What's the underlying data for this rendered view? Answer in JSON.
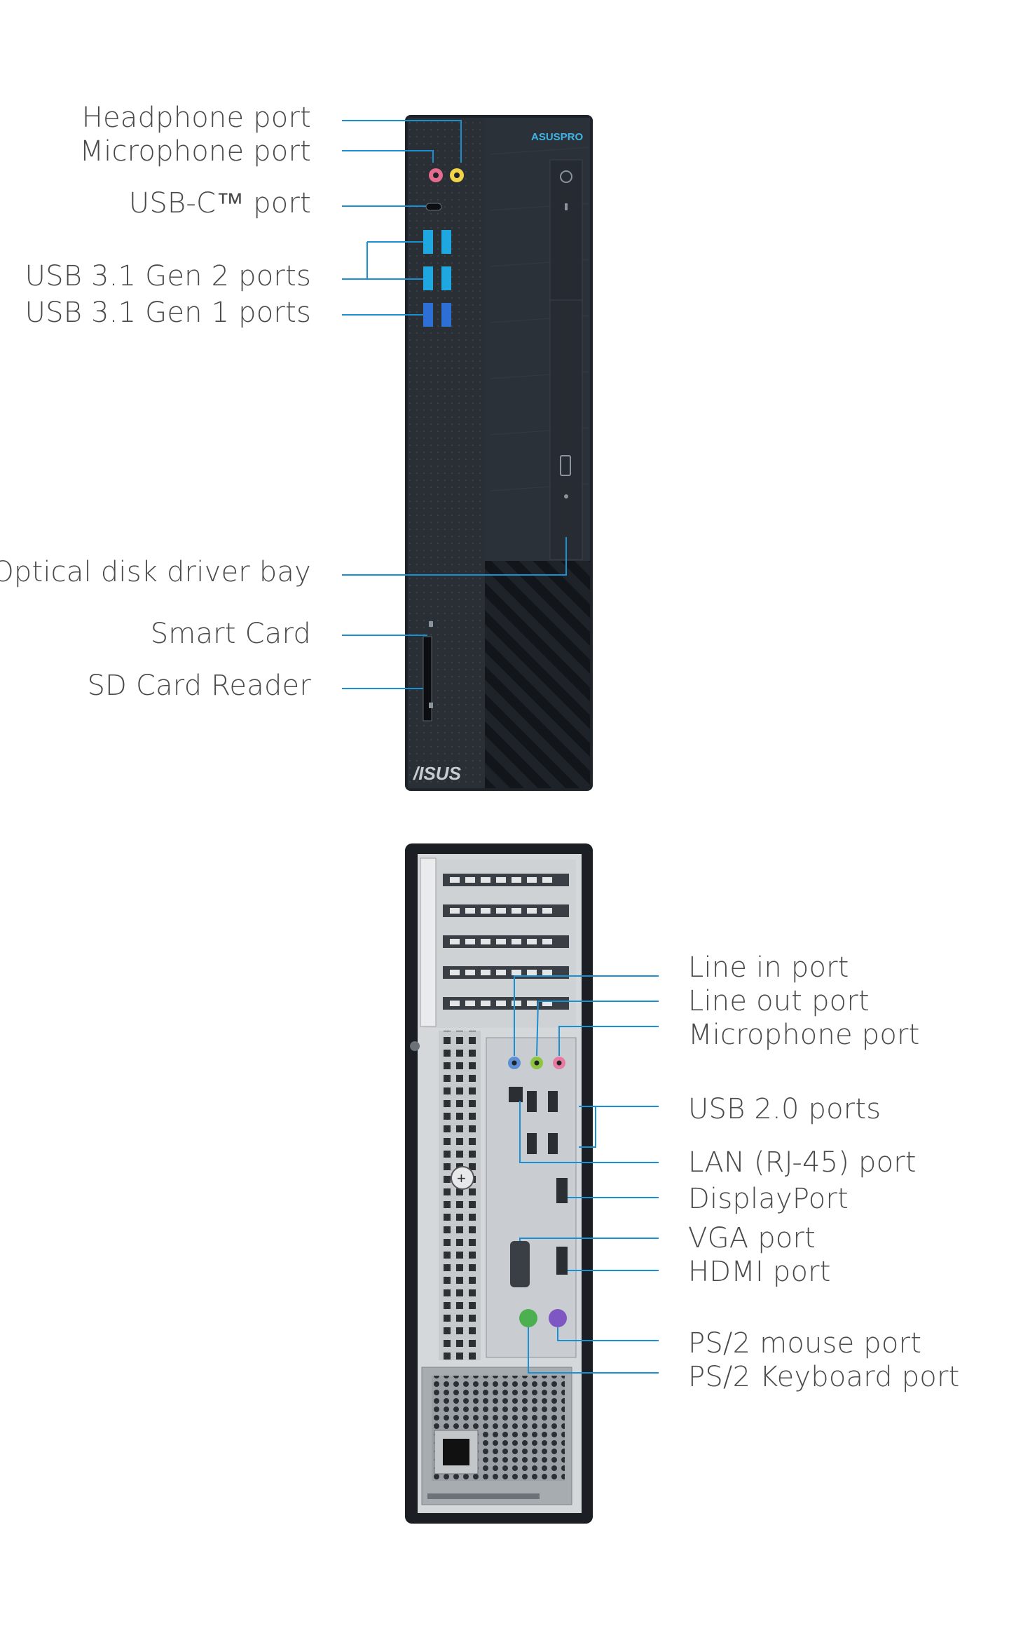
{
  "front": {
    "brand_badge": "ASUSPRO",
    "logo_text": "/ISUS",
    "labels": {
      "headphone": "Headphone port",
      "microphone": "Microphone port",
      "usbc": "USB-C™ port",
      "usb31g2": "USB 3.1 Gen 2 ports",
      "usb31g1": "USB 3.1 Gen 1 ports",
      "optical": "Optical disk driver bay",
      "smartcard": "Smart Card",
      "sdcard": "SD Card Reader"
    }
  },
  "back": {
    "labels": {
      "linein": "Line in port",
      "lineout": "Line out port",
      "microphone": "Microphone port",
      "usb20": "USB 2.0 ports",
      "lan": "LAN (RJ-45) port",
      "displayport": "DisplayPort",
      "vga": "VGA port",
      "hdmi": "HDMI port",
      "ps2mouse": "PS/2 mouse port",
      "ps2kbd": "PS/2 Keyboard port"
    }
  },
  "colors": {
    "callout_line": "#1a8fd1",
    "case_dark": "#1e2329",
    "case_panel": "#2b3138",
    "usb3_blue": "#1ea7e1",
    "usb31g1_blue": "#2e6fd6",
    "io_silver": "#c9ccd0",
    "line_in": "#5b8fd6",
    "line_out": "#8cc63f",
    "mic_pink": "#e77aa0",
    "ps2_green": "#4caf50",
    "ps2_purple": "#7e57c2"
  }
}
